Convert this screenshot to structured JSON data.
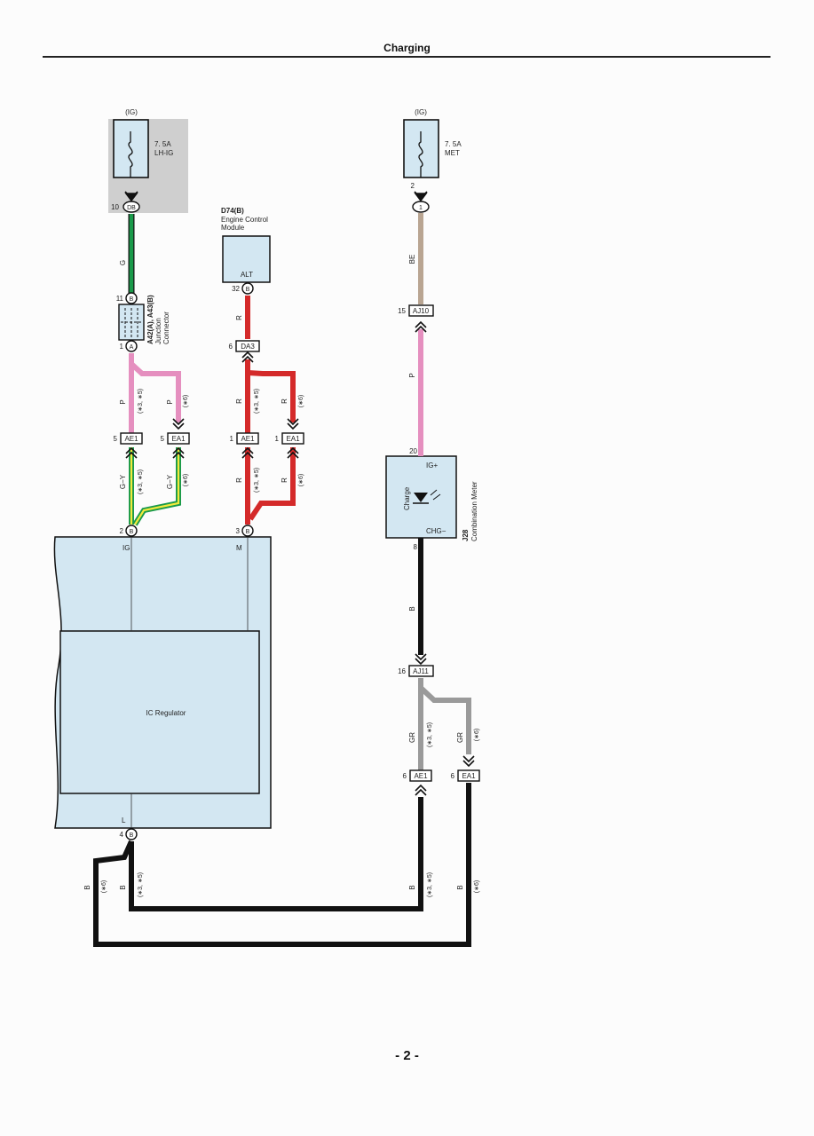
{
  "header": {
    "title": "Charging"
  },
  "footer": {
    "page_number": "- 2 -"
  },
  "colors": {
    "G": "#1a9a4a",
    "P": "#e58fbf",
    "R": "#d42a2a",
    "BE": "#b9a592",
    "B": "#111111",
    "GR": "#9a9a9a",
    "G-Y_stripe": "#f2ea3c",
    "component_fill": "#d3e7f2",
    "fuse_shade": "#cfcfcf"
  },
  "fuses": {
    "lh_ig": {
      "supply": "(IG)",
      "rating": "7. 5A",
      "name": "LH-IG",
      "pin": "10",
      "connector": "DB"
    },
    "met": {
      "supply": "(IG)",
      "rating": "7. 5A",
      "name": "MET",
      "pin": "2",
      "connector": "1"
    }
  },
  "junction_connector": {
    "id": "A42(A), A43(B)",
    "name_line1": "Junction",
    "name_line2": "Connector",
    "top_pin": "11",
    "top_side": "B",
    "bottom_pin": "1",
    "bottom_side": "A"
  },
  "ecm": {
    "id": "D74(B)",
    "name_line1": "Engine Control",
    "name_line2": "Module",
    "terminal": "ALT",
    "pin": "32",
    "side": "B"
  },
  "combination_meter": {
    "id": "J28",
    "name": "Combination Meter",
    "terminal_in": "IG+",
    "terminal_out": "CHG−",
    "indicator": "Charge",
    "pin_in": "20",
    "pin_out": "8"
  },
  "ic_regulator": {
    "name": "IC Regulator",
    "terminal_ig": "IG",
    "terminal_m": "M",
    "terminal_l": "L",
    "pin_ig": "2",
    "pin_m": "3",
    "pin_l": "4",
    "side": "B"
  },
  "connectors": {
    "da3": {
      "pin": "6",
      "name": "DA3"
    },
    "aj10": {
      "pin": "15",
      "name": "AJ10"
    },
    "aj11": {
      "pin": "16",
      "name": "AJ11"
    },
    "ae1_ig": {
      "pin": "5",
      "name": "AE1"
    },
    "ea1_ig": {
      "pin": "5",
      "name": "EA1"
    },
    "ae1_m": {
      "pin": "1",
      "name": "AE1"
    },
    "ea1_m": {
      "pin": "1",
      "name": "EA1"
    },
    "ae1_l": {
      "pin": "6",
      "name": "AE1"
    },
    "ea1_l": {
      "pin": "6",
      "name": "EA1"
    }
  },
  "wire_labels": {
    "g": "G",
    "p": "P",
    "gy": "G−Y",
    "r": "R",
    "be": "BE",
    "b": "B",
    "gr": "GR",
    "variant_35": "(∗3, ∗5)",
    "variant_6": "(∗6)"
  }
}
